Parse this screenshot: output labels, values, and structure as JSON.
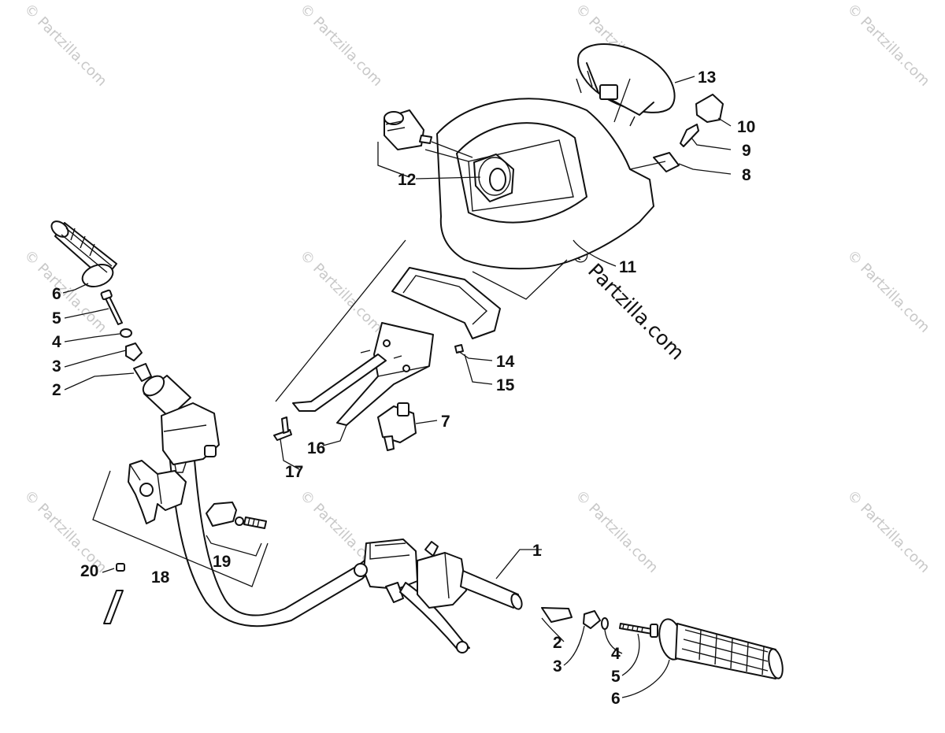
{
  "watermark": {
    "text": "© Partzilla.com",
    "main_text": "© Partzilla.com"
  },
  "callouts": [
    {
      "id": "c1",
      "text": "1"
    },
    {
      "id": "c2a",
      "text": "2"
    },
    {
      "id": "c2b",
      "text": "2"
    },
    {
      "id": "c3a",
      "text": "3"
    },
    {
      "id": "c3b",
      "text": "3"
    },
    {
      "id": "c4a",
      "text": "4"
    },
    {
      "id": "c4b",
      "text": "4"
    },
    {
      "id": "c5a",
      "text": "5"
    },
    {
      "id": "c5b",
      "text": "5"
    },
    {
      "id": "c6a",
      "text": "6"
    },
    {
      "id": "c6b",
      "text": "6"
    },
    {
      "id": "c7",
      "text": "7"
    },
    {
      "id": "c8",
      "text": "8"
    },
    {
      "id": "c9",
      "text": "9"
    },
    {
      "id": "c10",
      "text": "10"
    },
    {
      "id": "c11",
      "text": "11"
    },
    {
      "id": "c12",
      "text": "12"
    },
    {
      "id": "c13",
      "text": "13"
    },
    {
      "id": "c14",
      "text": "14"
    },
    {
      "id": "c15",
      "text": "15"
    },
    {
      "id": "c16",
      "text": "16"
    },
    {
      "id": "c17",
      "text": "17"
    },
    {
      "id": "c18",
      "text": "18"
    },
    {
      "id": "c19",
      "text": "19"
    },
    {
      "id": "c20",
      "text": "20"
    }
  ]
}
